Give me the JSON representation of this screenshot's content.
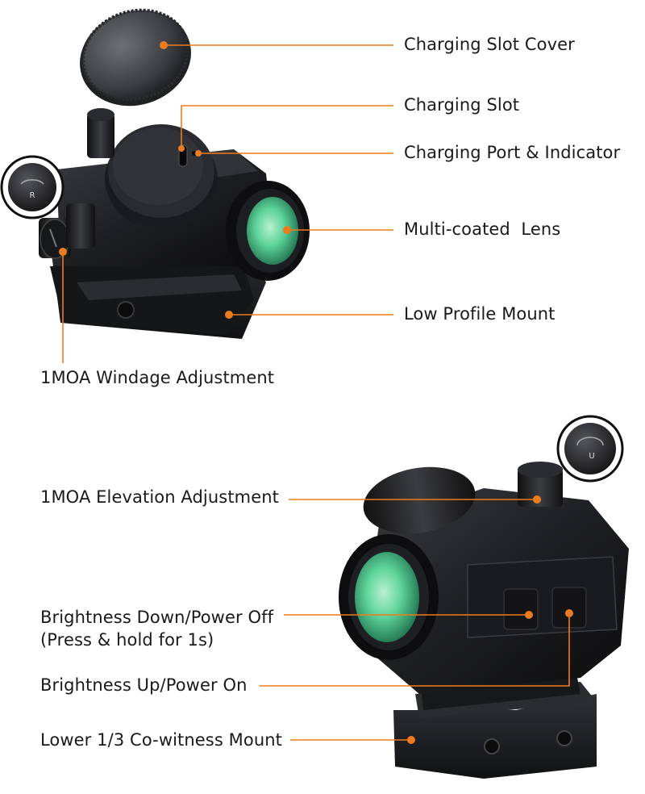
{
  "accent_color": "#ef7b1f",
  "top_sight": {
    "labels": {
      "charging_slot_cover": "Charging Slot Cover",
      "charging_slot": "Charging Slot",
      "charging_port_indicator": "Charging Port & Indicator",
      "multi_coated_lens": "Multi-coated  Lens",
      "low_profile_mount": "Low Profile Mount",
      "windage_adjustment": "1MOA Windage Adjustment"
    },
    "turret_cap_letter": "R"
  },
  "bottom_sight": {
    "labels": {
      "elevation_adjustment": "1MOA Elevation Adjustment",
      "brightness_down_line1": "Brightness Down/Power Off",
      "brightness_down_line2": "(Press & hold for 1s)",
      "brightness_up": "Brightness Up/Power On",
      "co_witness_mount": "Lower 1/3 Co-witness Mount"
    },
    "turret_cap_letter": "U"
  }
}
